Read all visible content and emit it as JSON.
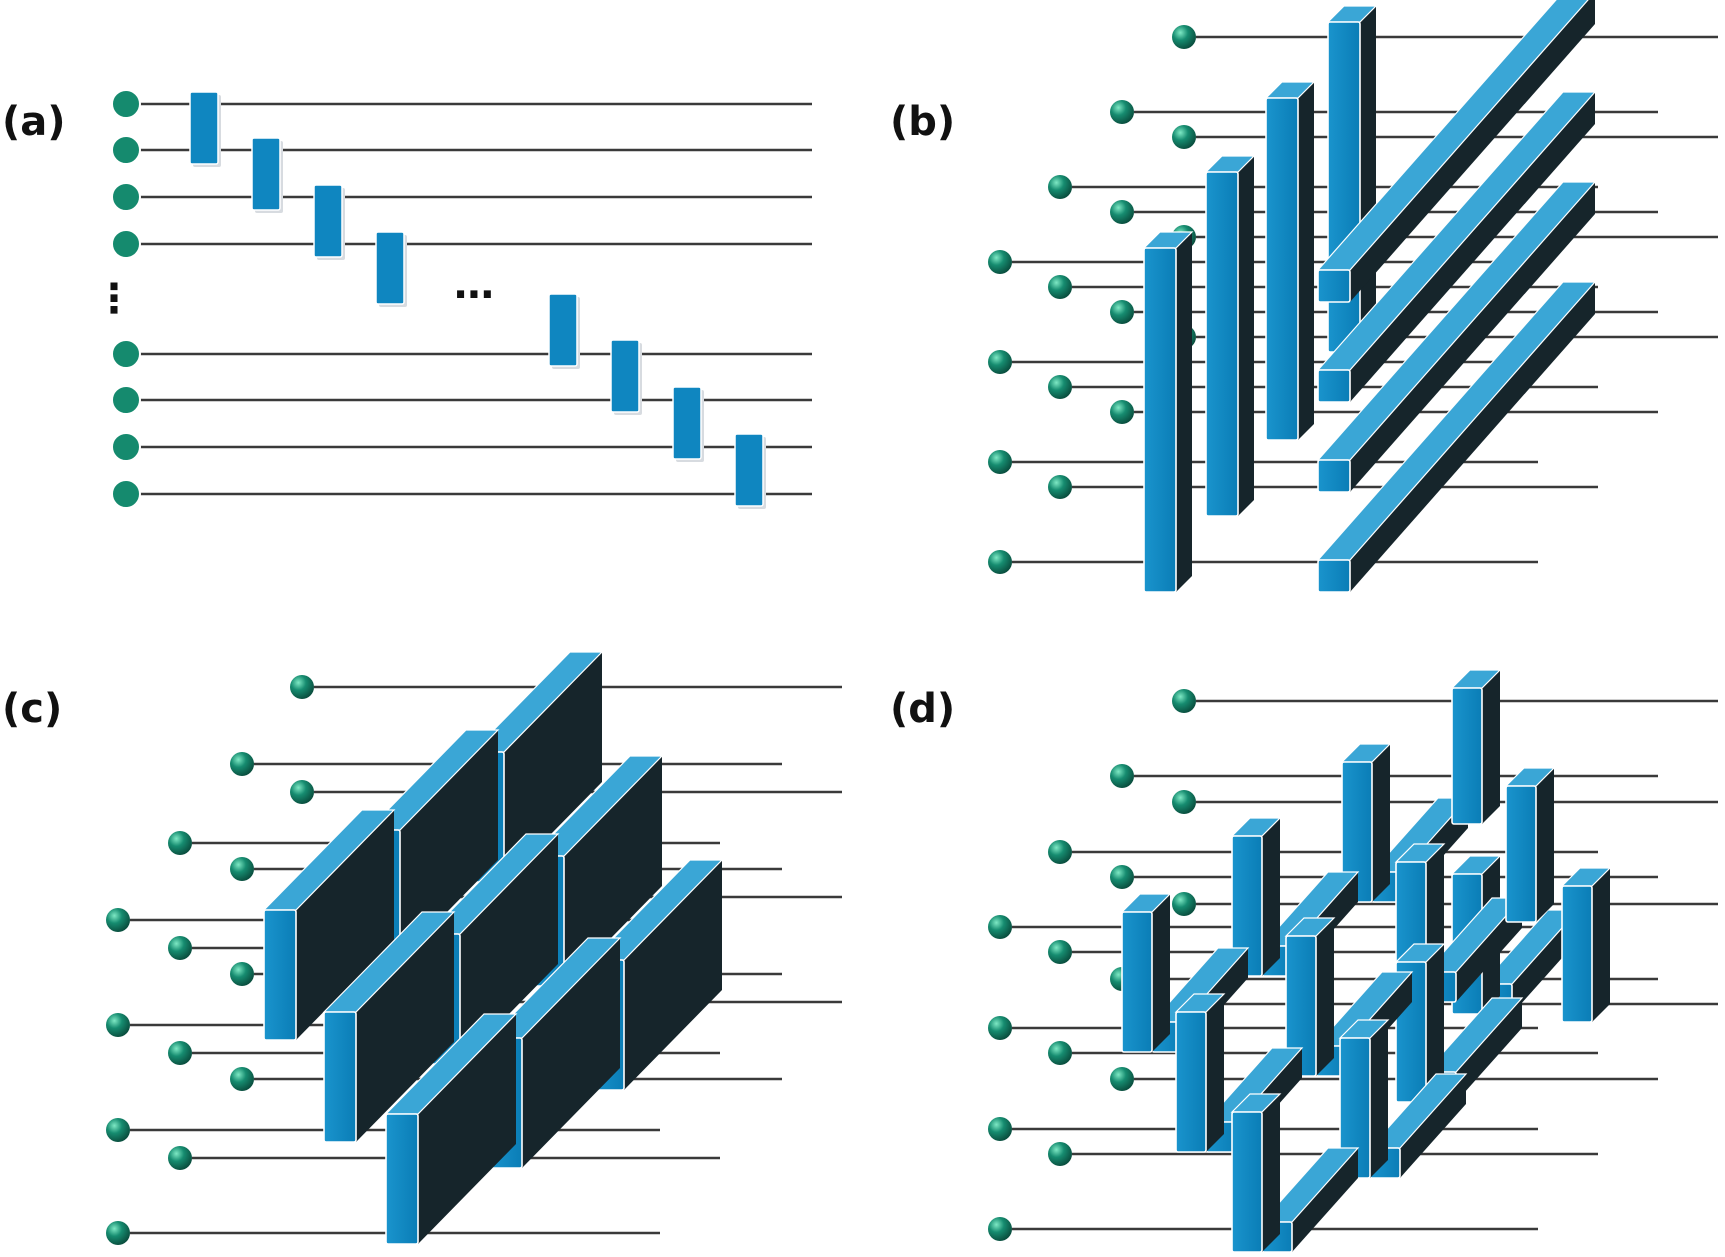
{
  "panels": [
    {
      "id": "a",
      "label": "(a)"
    },
    {
      "id": "b",
      "label": "(b)"
    },
    {
      "id": "c",
      "label": "(c)"
    },
    {
      "id": "d",
      "label": "(d)"
    }
  ],
  "colors": {
    "qubit": "#158a6e",
    "qubit_highlight": "#6fdcb8",
    "wire": "#3a3a3a",
    "gate_front": "#0f86c0",
    "gate_top": "#3aa6d6",
    "gate_side": "#16252b",
    "gate_edge": "#ffffff"
  },
  "panel_a": {
    "row_ellipsis": "⋮",
    "gate_ellipsis": "⋯"
  }
}
